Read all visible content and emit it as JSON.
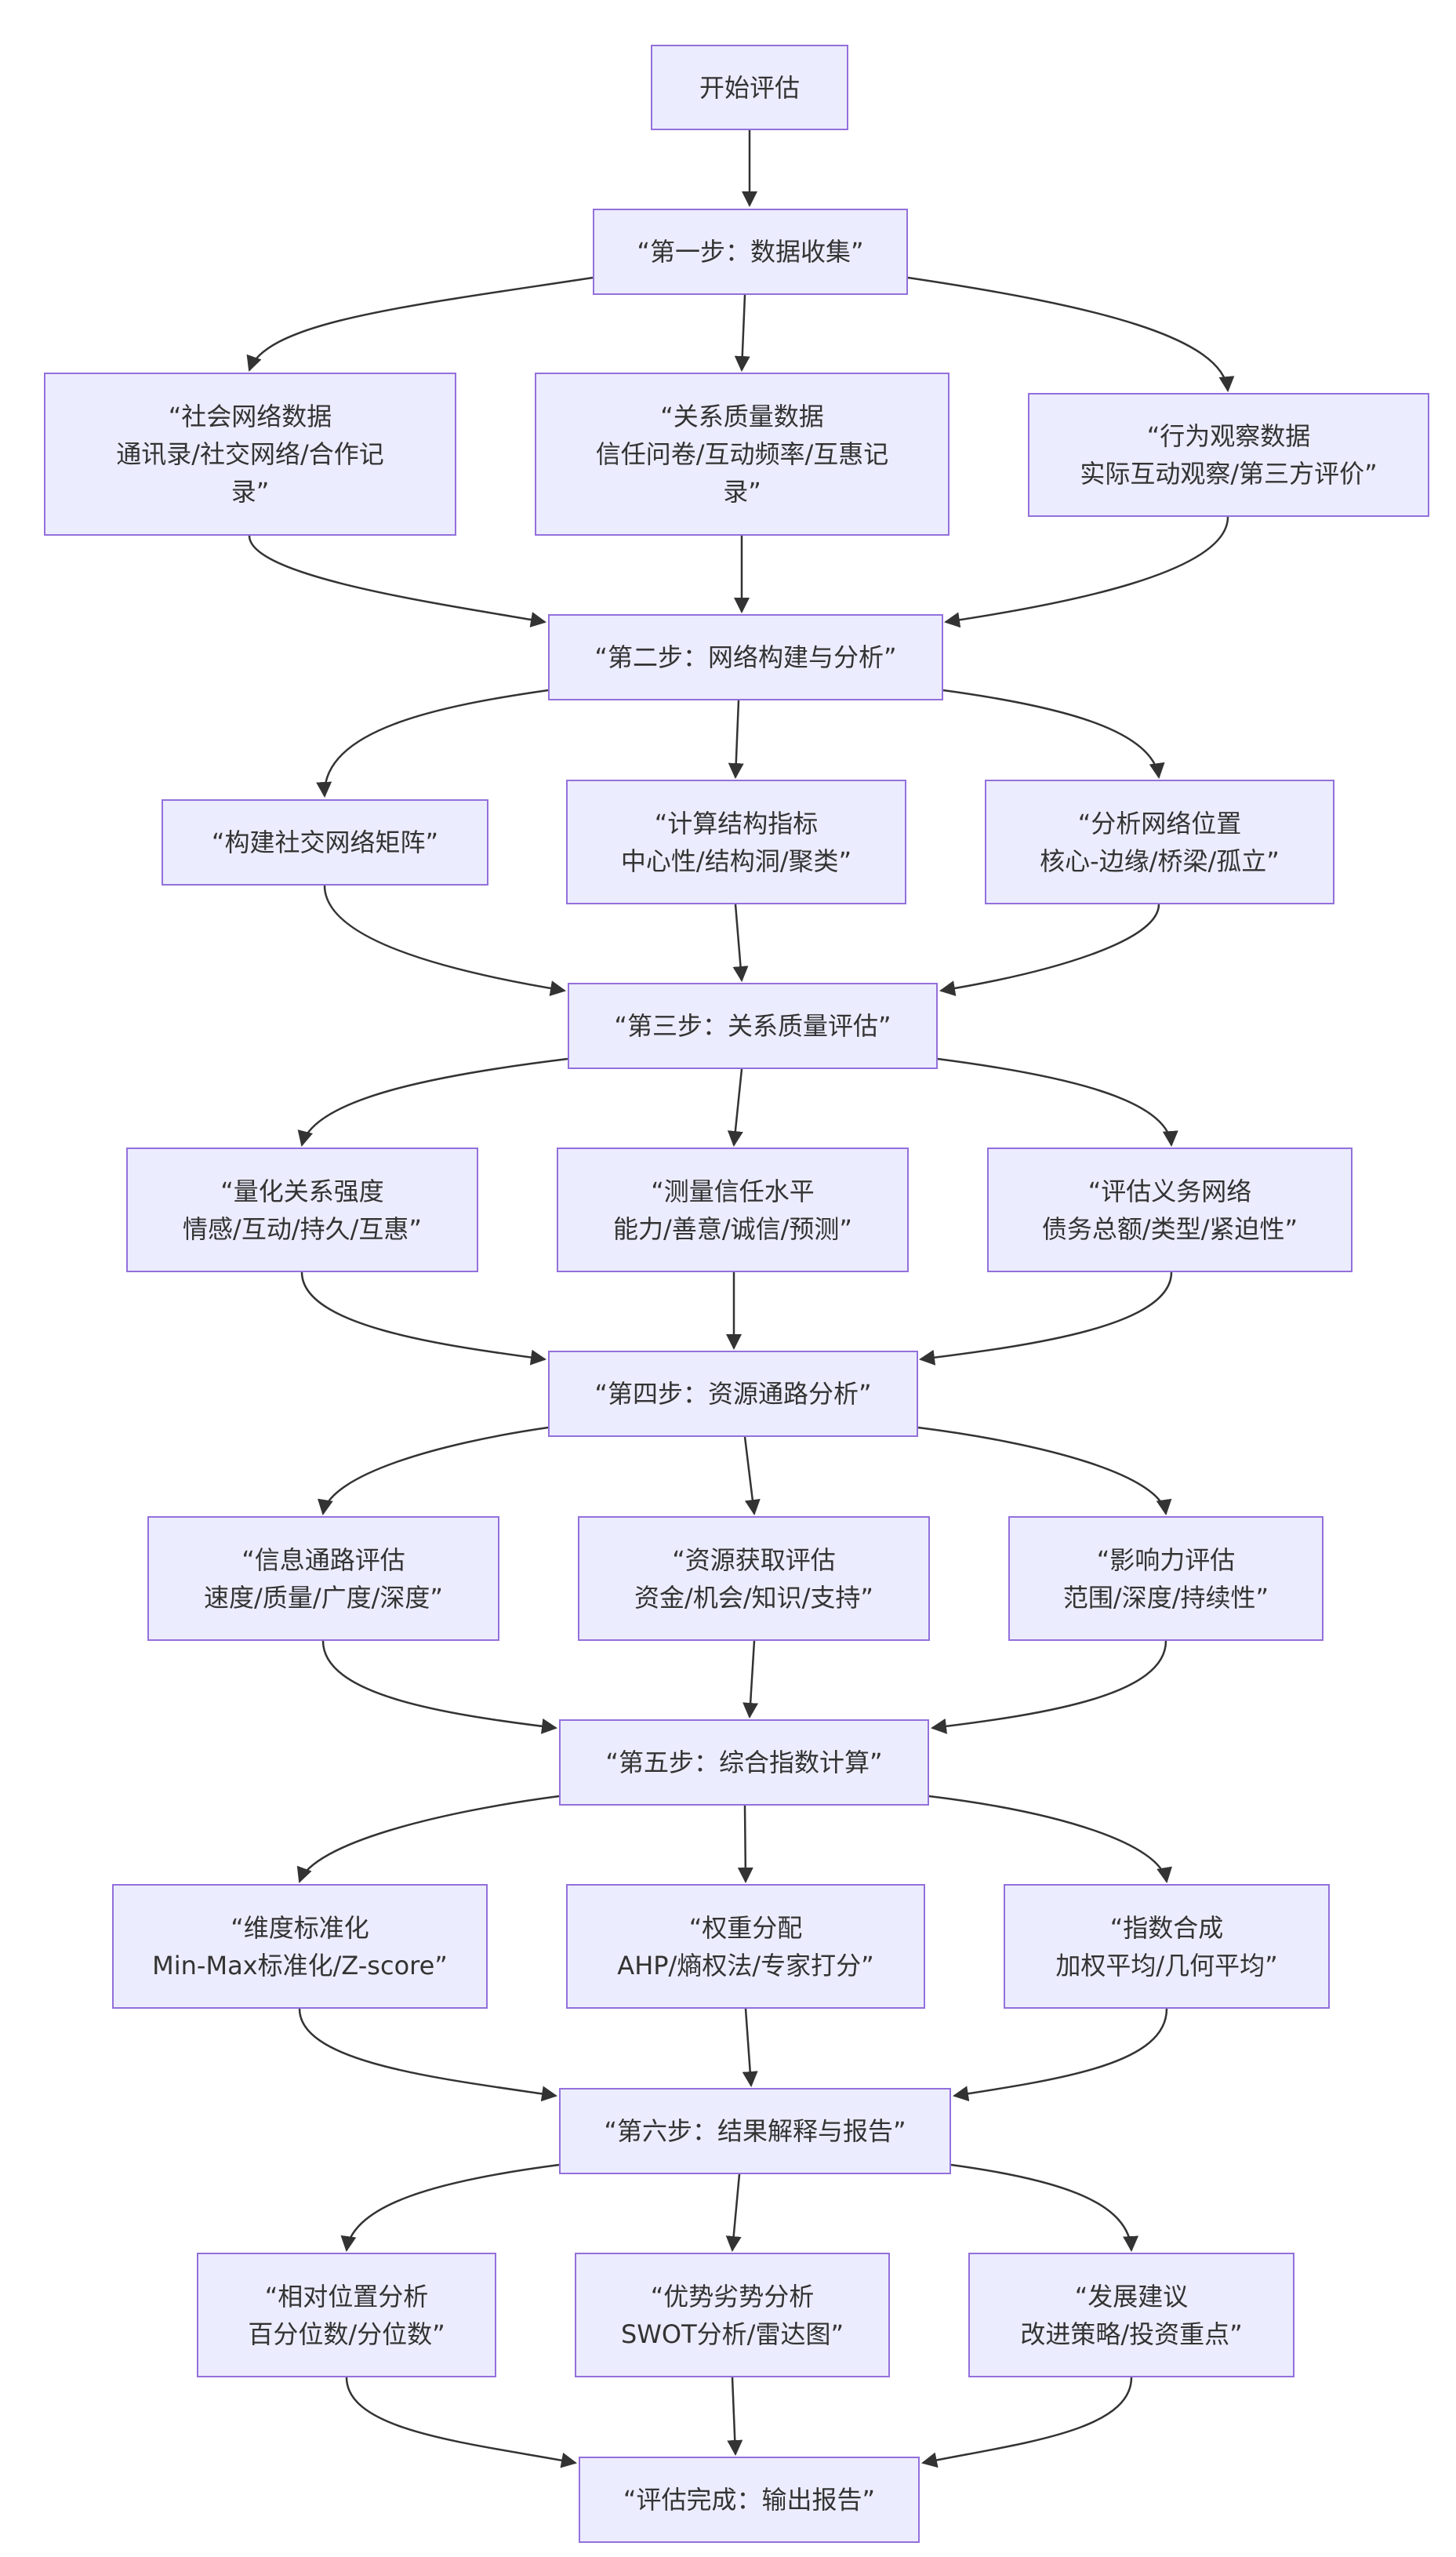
{
  "colors": {
    "node_fill": "#ececff",
    "node_border": "#9370db",
    "edge": "#333333",
    "text": "#333333"
  },
  "nodes": {
    "start": {
      "lines": [
        "开始评估"
      ]
    },
    "s1": {
      "lines": [
        "“第一步：数据收集”"
      ]
    },
    "s1a": {
      "lines": [
        "“社会网络数据",
        "通讯录/社交网络/合作记",
        "录”"
      ]
    },
    "s1b": {
      "lines": [
        "“关系质量数据",
        "信任问卷/互动频率/互惠记",
        "录”"
      ]
    },
    "s1c": {
      "lines": [
        "“行为观察数据",
        "实际互动观察/第三方评价”"
      ]
    },
    "s2": {
      "lines": [
        "“第二步：网络构建与分析”"
      ]
    },
    "s2a": {
      "lines": [
        "“构建社交网络矩阵”"
      ]
    },
    "s2b": {
      "lines": [
        "“计算结构指标",
        "中心性/结构洞/聚类”"
      ]
    },
    "s2c": {
      "lines": [
        "“分析网络位置",
        "核心-边缘/桥梁/孤立”"
      ]
    },
    "s3": {
      "lines": [
        "“第三步：关系质量评估”"
      ]
    },
    "s3a": {
      "lines": [
        "“量化关系强度",
        "情感/互动/持久/互惠”"
      ]
    },
    "s3b": {
      "lines": [
        "“测量信任水平",
        "能力/善意/诚信/预测”"
      ]
    },
    "s3c": {
      "lines": [
        "“评估义务网络",
        "债务总额/类型/紧迫性”"
      ]
    },
    "s4": {
      "lines": [
        "“第四步：资源通路分析”"
      ]
    },
    "s4a": {
      "lines": [
        "“信息通路评估",
        "速度/质量/广度/深度”"
      ]
    },
    "s4b": {
      "lines": [
        "“资源获取评估",
        "资金/机会/知识/支持”"
      ]
    },
    "s4c": {
      "lines": [
        "“影响力评估",
        "范围/深度/持续性”"
      ]
    },
    "s5": {
      "lines": [
        "“第五步：综合指数计算”"
      ]
    },
    "s5a": {
      "lines": [
        "“维度标准化",
        "Min-Max标准化/Z-score”"
      ]
    },
    "s5b": {
      "lines": [
        "“权重分配",
        "AHP/熵权法/专家打分”"
      ]
    },
    "s5c": {
      "lines": [
        "“指数合成",
        "加权平均/几何平均”"
      ]
    },
    "s6": {
      "lines": [
        "“第六步：结果解释与报告”"
      ]
    },
    "s6a": {
      "lines": [
        "“相对位置分析",
        "百分位数/分位数”"
      ]
    },
    "s6b": {
      "lines": [
        "“优势劣势分析",
        "SWOT分析/雷达图”"
      ]
    },
    "s6c": {
      "lines": [
        "“发展建议",
        "改进策略/投资重点”"
      ]
    },
    "end": {
      "lines": [
        "“评估完成：输出报告”"
      ]
    }
  }
}
